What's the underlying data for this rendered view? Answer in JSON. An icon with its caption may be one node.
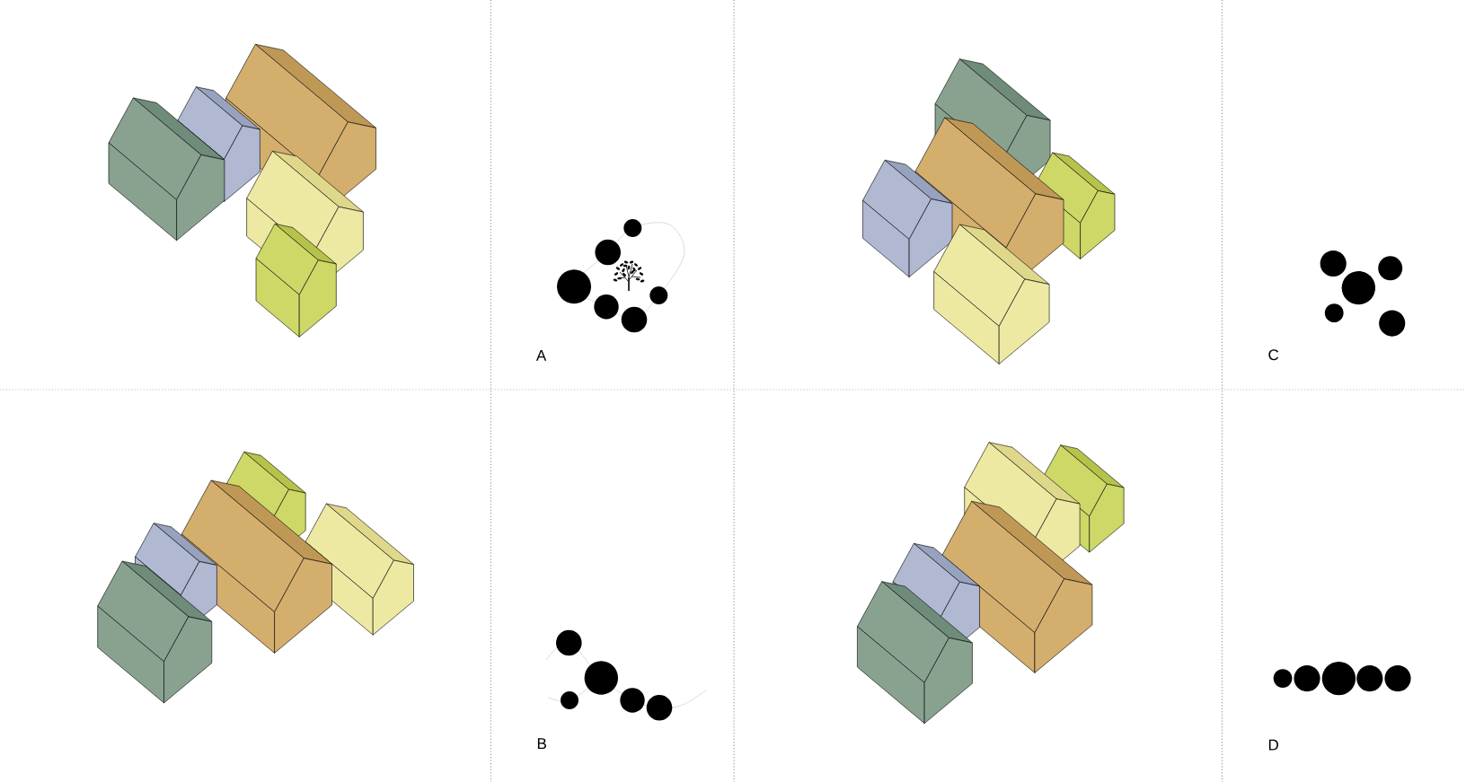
{
  "diagram": {
    "labels": [
      "A",
      "C",
      "B",
      "D"
    ]
  }
}
